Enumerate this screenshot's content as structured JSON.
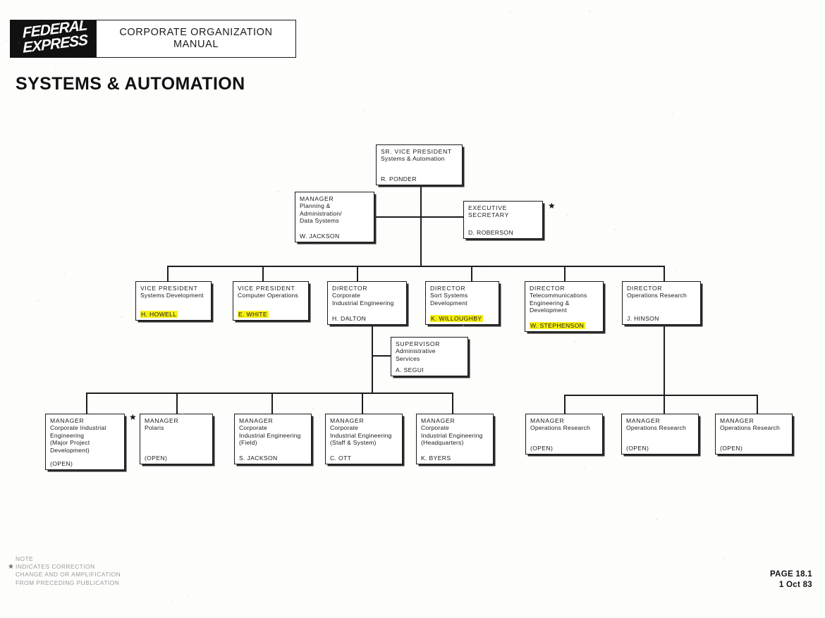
{
  "header": {
    "logo_line1": "FEDERAL",
    "logo_line2": "EXPRESS",
    "manual_line1": "CORPORATE ORGANIZATION",
    "manual_line2": "MANUAL",
    "doc_title": "SYSTEMS & AUTOMATION"
  },
  "chart_data": {
    "type": "diagram",
    "title": "SYSTEMS & AUTOMATION",
    "nodes": [
      {
        "id": "svp",
        "role": "SR. VICE PRESIDENT",
        "sub": [
          "Systems & Automation"
        ],
        "name": "R. PONDER",
        "highlight": false,
        "star": false
      },
      {
        "id": "mgr-plan",
        "role": "MANAGER",
        "sub": [
          "Planning &",
          "Administration/",
          "Data Systems"
        ],
        "name": "W. JACKSON",
        "highlight": false,
        "star": false
      },
      {
        "id": "exec-sec",
        "role": "EXECUTIVE",
        "sub": [
          "SECRETARY"
        ],
        "name": "D. ROBERSON",
        "highlight": false,
        "star": true
      },
      {
        "id": "vp-sysdev",
        "role": "VICE PRESIDENT",
        "sub": [
          "Systems Development"
        ],
        "name": "H. HOWELL",
        "highlight": true,
        "star": false
      },
      {
        "id": "vp-compops",
        "role": "VICE PRESIDENT",
        "sub": [
          "Computer Operations"
        ],
        "name": "E. WHITE",
        "highlight": true,
        "star": false
      },
      {
        "id": "dir-cie",
        "role": "DIRECTOR",
        "sub": [
          "Corporate",
          "Industrial Engineering"
        ],
        "name": "H. DALTON",
        "highlight": false,
        "star": false
      },
      {
        "id": "dir-sort",
        "role": "DIRECTOR",
        "sub": [
          "Sort Systems",
          "Development"
        ],
        "name": "K. WILLOUGHBY",
        "highlight": true,
        "star": false
      },
      {
        "id": "dir-telecom",
        "role": "DIRECTOR",
        "sub": [
          "Telecommunications",
          "Engineering &",
          "Development"
        ],
        "name": "W. STEPHENSON",
        "highlight": true,
        "star": false
      },
      {
        "id": "dir-opres",
        "role": "DIRECTOR",
        "sub": [
          "Operations Research"
        ],
        "name": "J. HINSON",
        "highlight": false,
        "star": false
      },
      {
        "id": "sup-admin",
        "role": "SUPERVISOR",
        "sub": [
          "Administrative",
          "Services"
        ],
        "name": "A. SEGUI",
        "highlight": false,
        "star": false
      },
      {
        "id": "mgr-major",
        "role": "MANAGER",
        "sub": [
          "Corporate Industrial",
          "Engineering",
          "(Major Project",
          "Development)"
        ],
        "name": "(OPEN)",
        "highlight": false,
        "star": true
      },
      {
        "id": "mgr-polaris",
        "role": "MANAGER",
        "sub": [
          "Polaris"
        ],
        "name": "(OPEN)",
        "highlight": false,
        "star": false
      },
      {
        "id": "mgr-field",
        "role": "MANAGER",
        "sub": [
          "Corporate",
          "Industrial Engineering",
          "(Field)"
        ],
        "name": "S. JACKSON",
        "highlight": false,
        "star": false
      },
      {
        "id": "mgr-staff",
        "role": "MANAGER",
        "sub": [
          "Corporate",
          "Industrial Engineering",
          "(Staff & System)"
        ],
        "name": "C. OTT",
        "highlight": false,
        "star": false
      },
      {
        "id": "mgr-hq",
        "role": "MANAGER",
        "sub": [
          "Corporate",
          "Industrial Engineering",
          "(Headquarters)"
        ],
        "name": "K. BYERS",
        "highlight": false,
        "star": false
      },
      {
        "id": "mgr-or1",
        "role": "MANAGER",
        "sub": [
          "Operations Research"
        ],
        "name": "(OPEN)",
        "highlight": false,
        "star": false
      },
      {
        "id": "mgr-or2",
        "role": "MANAGER",
        "sub": [
          "Operations Research"
        ],
        "name": "(OPEN)",
        "highlight": false,
        "star": false
      },
      {
        "id": "mgr-or3",
        "role": "MANAGER",
        "sub": [
          "Operations Research"
        ],
        "name": "(OPEN)",
        "highlight": false,
        "star": false
      }
    ],
    "edges": [
      {
        "from": "svp",
        "to": "mgr-plan"
      },
      {
        "from": "svp",
        "to": "exec-sec"
      },
      {
        "from": "svp",
        "to": "vp-sysdev"
      },
      {
        "from": "svp",
        "to": "vp-compops"
      },
      {
        "from": "svp",
        "to": "dir-cie"
      },
      {
        "from": "svp",
        "to": "dir-sort"
      },
      {
        "from": "svp",
        "to": "dir-telecom"
      },
      {
        "from": "svp",
        "to": "dir-opres"
      },
      {
        "from": "dir-cie",
        "to": "sup-admin"
      },
      {
        "from": "dir-cie",
        "to": "mgr-major"
      },
      {
        "from": "dir-cie",
        "to": "mgr-polaris"
      },
      {
        "from": "dir-cie",
        "to": "mgr-field"
      },
      {
        "from": "dir-cie",
        "to": "mgr-staff"
      },
      {
        "from": "dir-cie",
        "to": "mgr-hq"
      },
      {
        "from": "dir-opres",
        "to": "mgr-or1"
      },
      {
        "from": "dir-opres",
        "to": "mgr-or2"
      },
      {
        "from": "dir-opres",
        "to": "mgr-or3"
      }
    ],
    "highlight_color": "#f7ef14"
  },
  "footer": {
    "note_lines": [
      "NOTE",
      "INDICATES CORRECTION",
      "CHANGE AND OR AMPLIFICATION",
      "FROM PRECEDING PUBLICATION"
    ],
    "note_star": "★",
    "page": "PAGE 18.1",
    "date": "1 Oct 83"
  }
}
